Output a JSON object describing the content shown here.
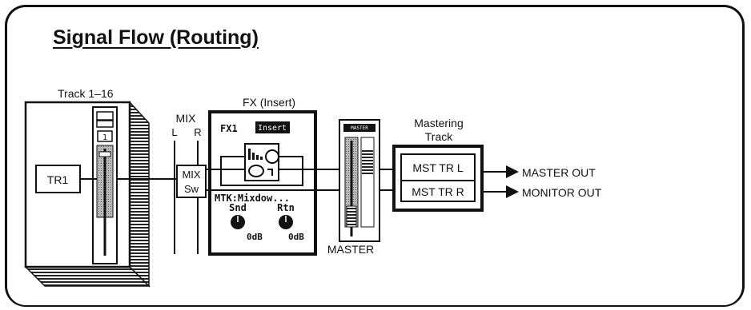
{
  "title": "Signal Flow (Routing)",
  "track": {
    "label": "Track 1–16",
    "box": "TR1",
    "channel_number": "1"
  },
  "mix": {
    "label": "MIX",
    "left": "L",
    "right": "R",
    "switch_line1": "MIX",
    "switch_line2": "Sw"
  },
  "fx": {
    "label": "FX (Insert)",
    "slot": "FX1",
    "badge": "Insert",
    "name": "MTK:Mixdow...",
    "snd_label": "Snd",
    "rtn_label": "Rtn",
    "snd_value": "0dB",
    "rtn_value": "0dB"
  },
  "master": {
    "label": "MASTER",
    "fader_top_label": "MASTER"
  },
  "mastering": {
    "label_line1": "Mastering",
    "label_line2": "Track",
    "left": "MST TR L",
    "right": "MST TR R"
  },
  "outputs": {
    "master_out": "MASTER OUT",
    "monitor_out": "MONITOR OUT"
  }
}
